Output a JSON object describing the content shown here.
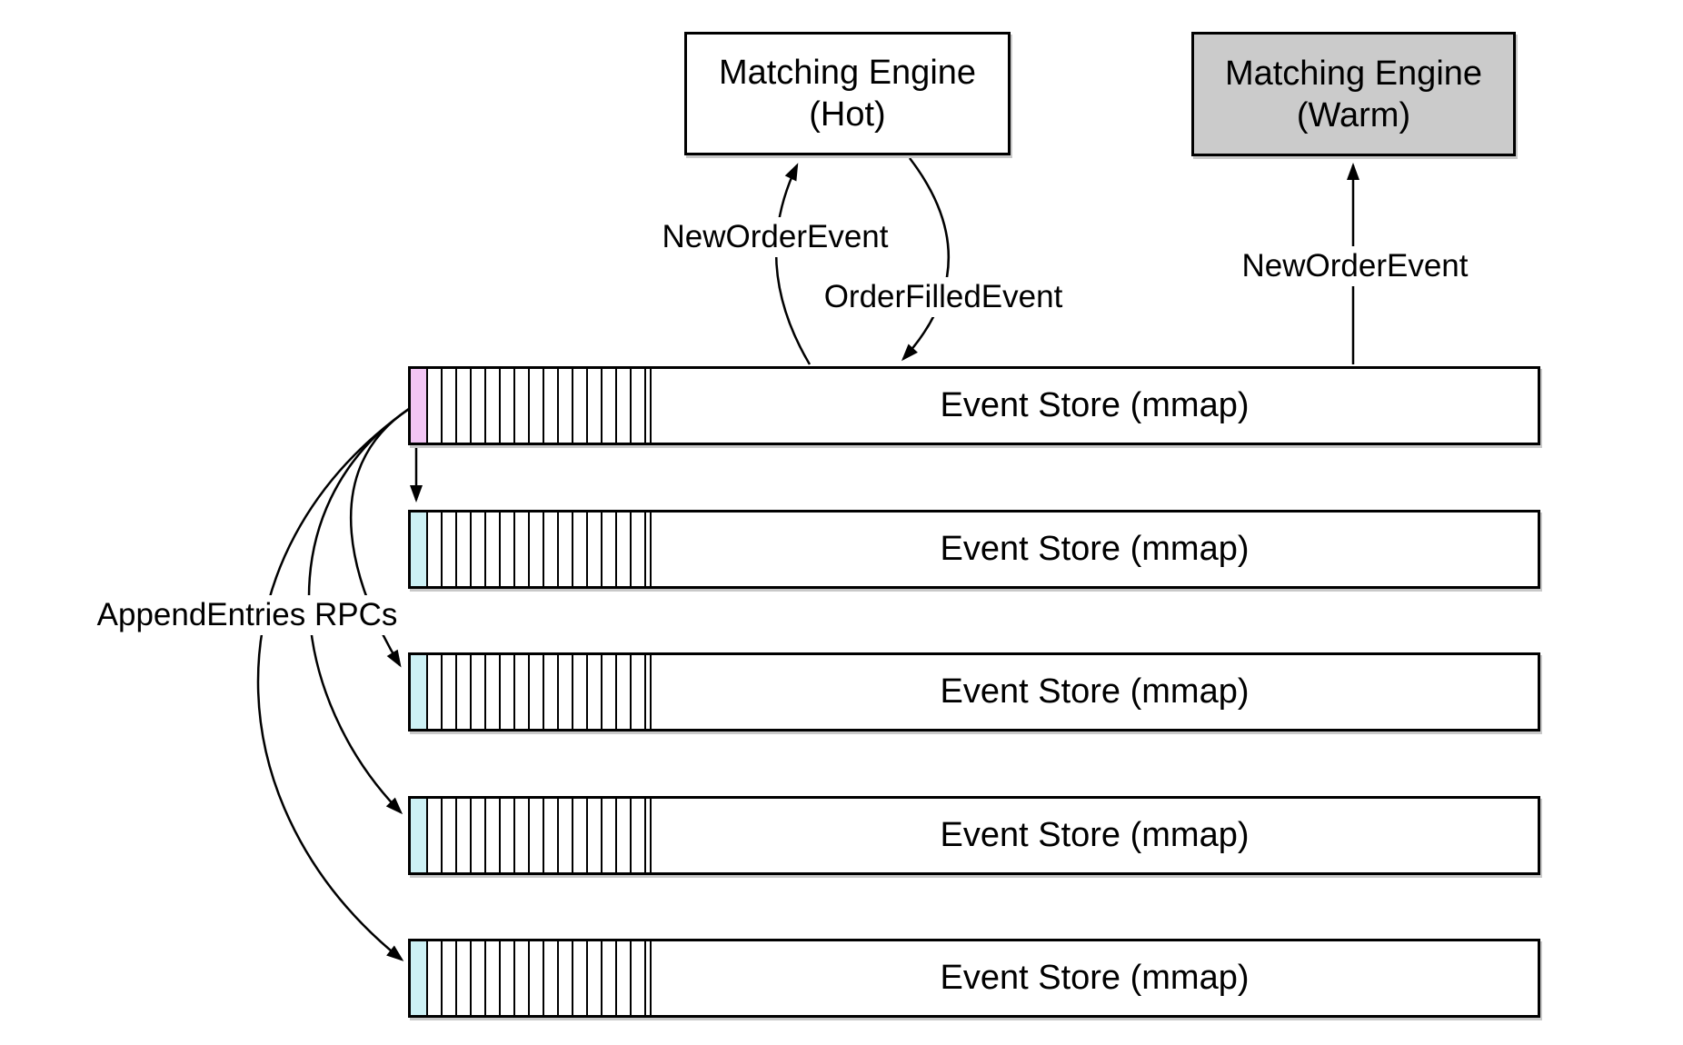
{
  "nodes": {
    "hot": {
      "line1": "Matching Engine",
      "line2": "(Hot)"
    },
    "warm": {
      "line1": "Matching Engine",
      "line2": "(Warm)"
    }
  },
  "event_stores": [
    {
      "label": "Event Store (mmap)",
      "role": "leader"
    },
    {
      "label": "Event Store (mmap)",
      "role": "follower"
    },
    {
      "label": "Event Store (mmap)",
      "role": "follower"
    },
    {
      "label": "Event Store (mmap)",
      "role": "follower"
    },
    {
      "label": "Event Store (mmap)",
      "role": "follower"
    }
  ],
  "edge_labels": {
    "new_order_to_hot": "NewOrderEvent",
    "order_filled_from_hot": "OrderFilledEvent",
    "new_order_to_warm": "NewOrderEvent",
    "append_entries": "AppendEntries RPCs"
  },
  "colors": {
    "background": "#ffffff",
    "stroke": "#000000",
    "hot_box_fill": "#ffffff",
    "warm_box_fill": "#cbcbcb",
    "leader_head_cell": "#f2c5f4",
    "follower_head_cell": "#cdf1f5"
  }
}
